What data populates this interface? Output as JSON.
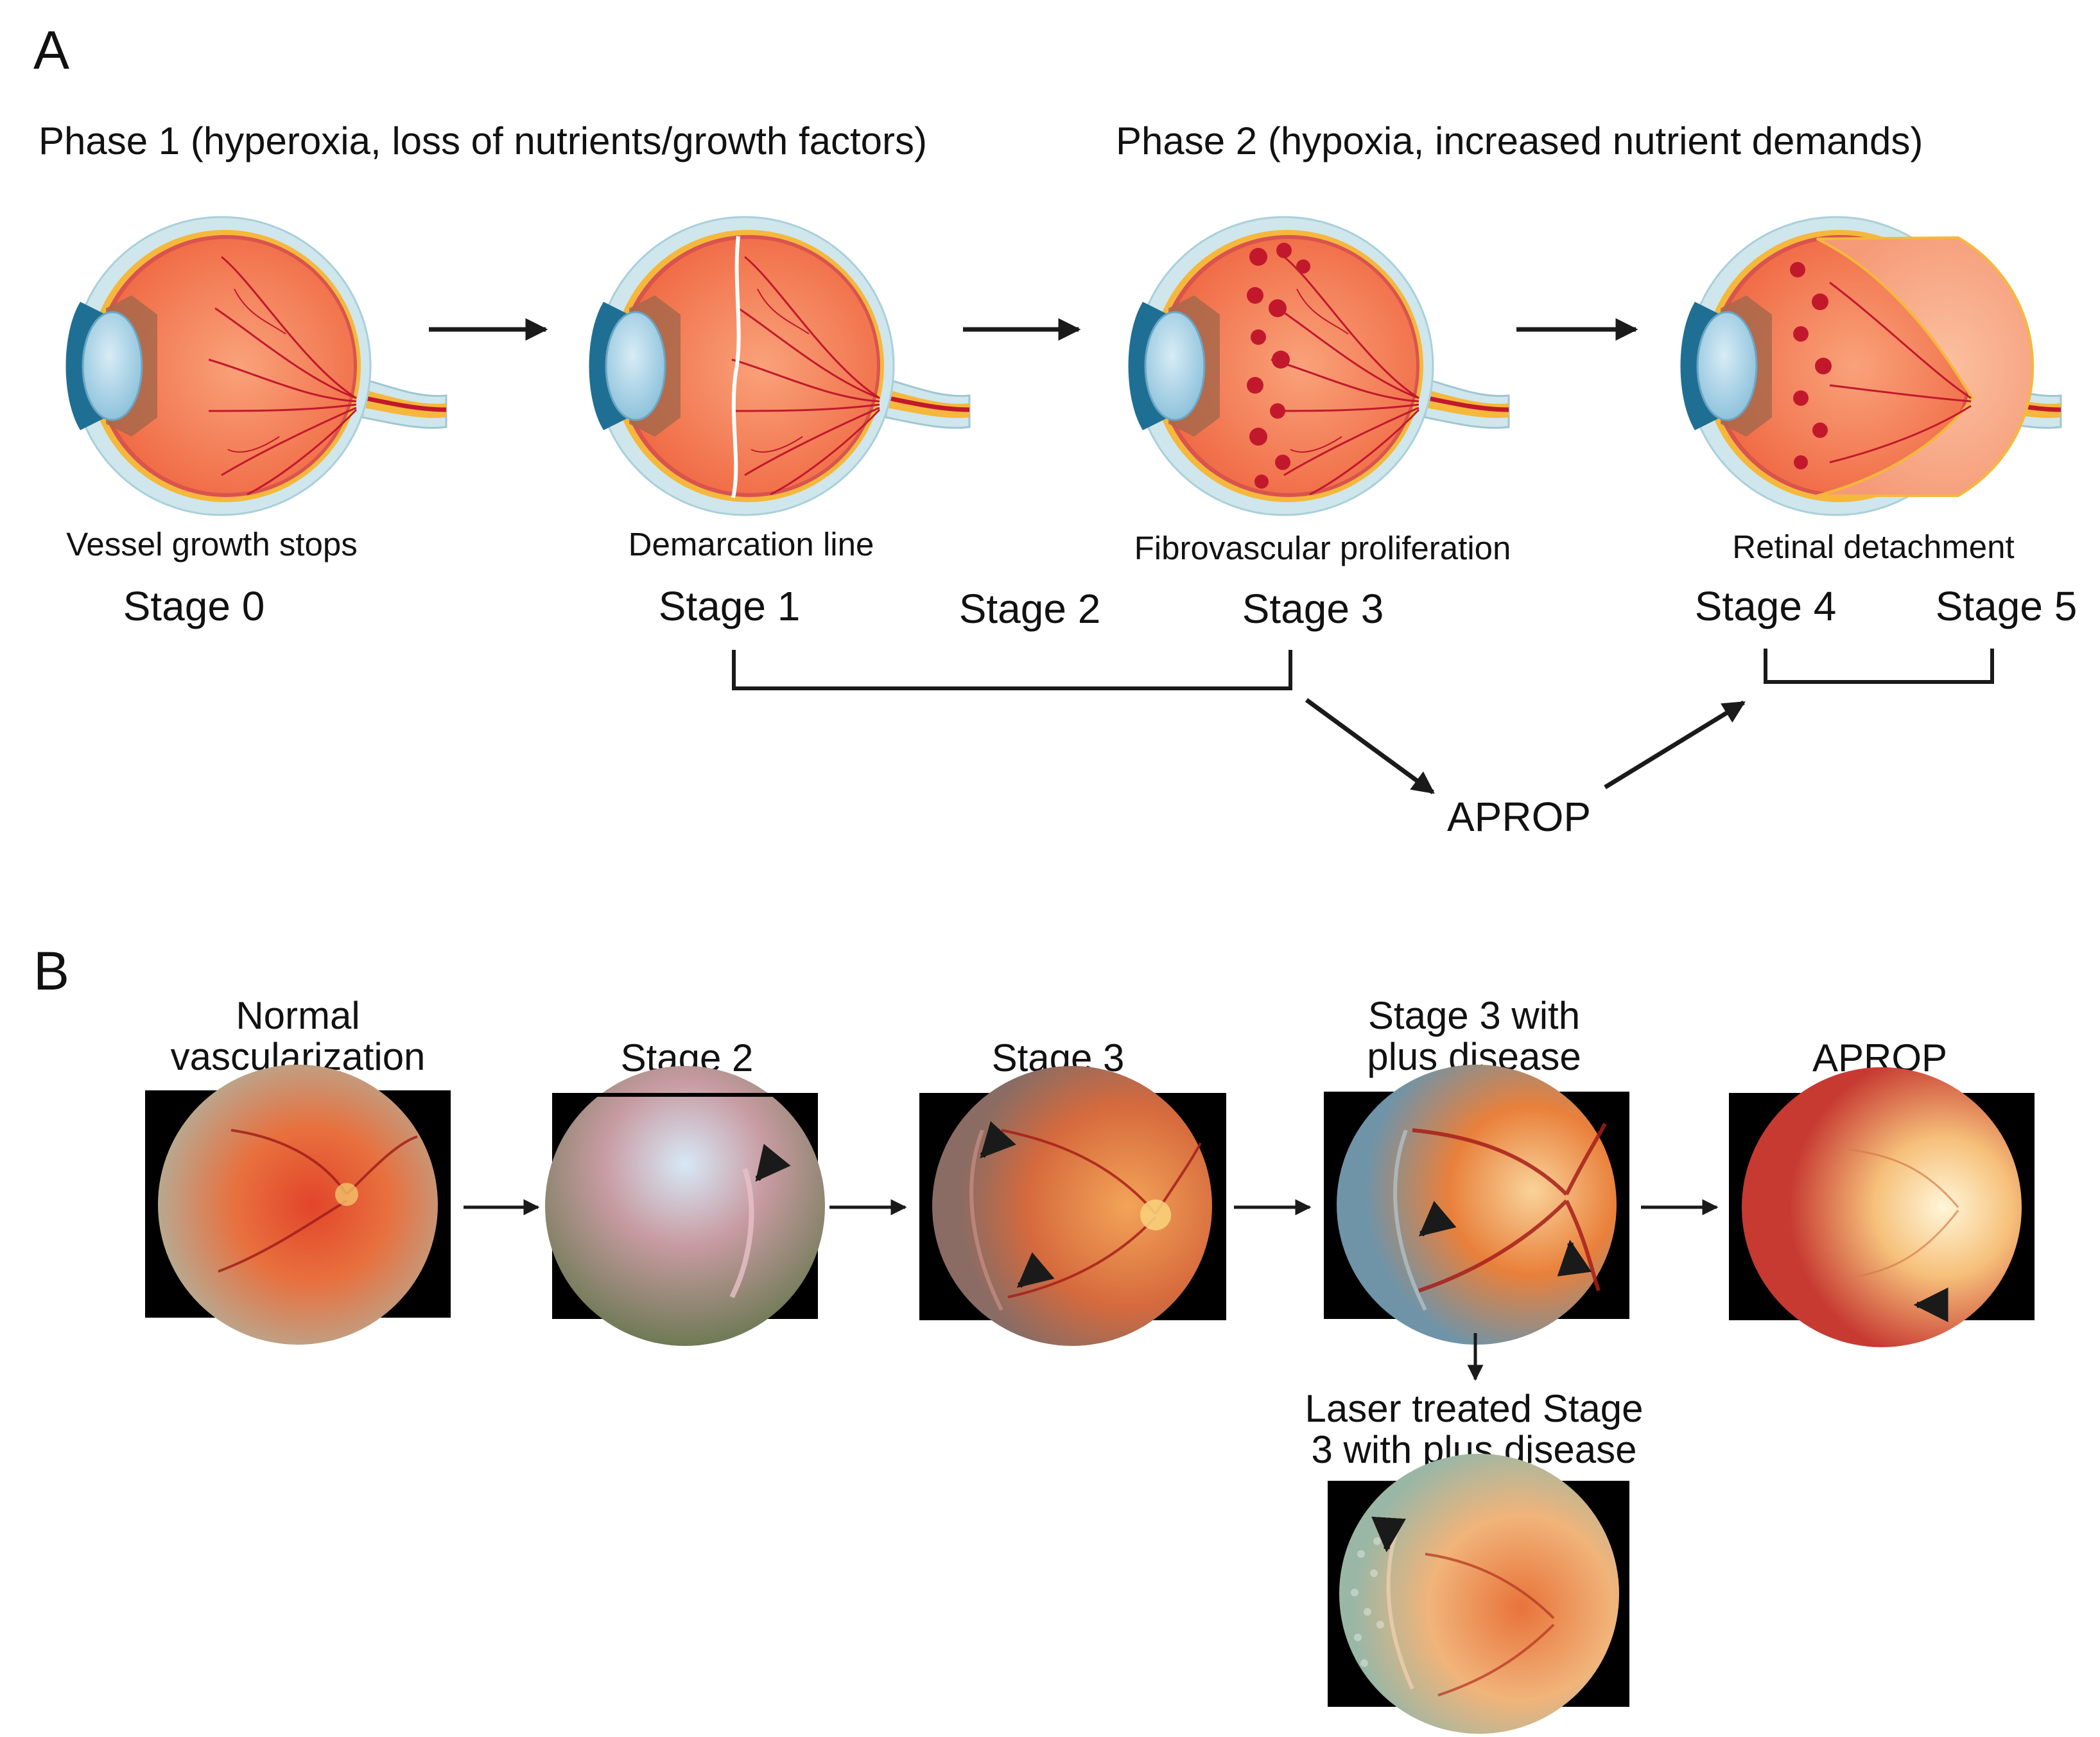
{
  "panel_a": {
    "letter": "A",
    "phase1": "Phase 1 (hyperoxia, loss of nutrients/growth factors)",
    "phase2": "Phase 2 (hypoxia, increased nutrient demands)",
    "captions": [
      "Vessel growth stops",
      "Demarcation line",
      "Fibrovascular proliferation",
      "Retinal detachment"
    ],
    "stages": [
      "Stage 0",
      "Stage 1",
      "Stage 2",
      "Stage 3",
      "Stage 4",
      "Stage 5"
    ],
    "aprop": "APROP"
  },
  "panel_b": {
    "letter": "B",
    "labels": {
      "normal_1": "Normal",
      "normal_2": "vascularization",
      "stage2": "Stage 2",
      "stage3": "Stage 3",
      "plus_1": "Stage 3 with",
      "plus_2": "plus disease",
      "aprop": "APROP",
      "laser_1": "Laser treated Stage",
      "laser_2": "3 with plus disease"
    }
  },
  "colors": {
    "arrow": "#1a1a1a",
    "eye_body": "#f47a4f",
    "sclera": "#cfe6ec",
    "vessel": "#c2182c",
    "nerve": "#f5b83c"
  }
}
